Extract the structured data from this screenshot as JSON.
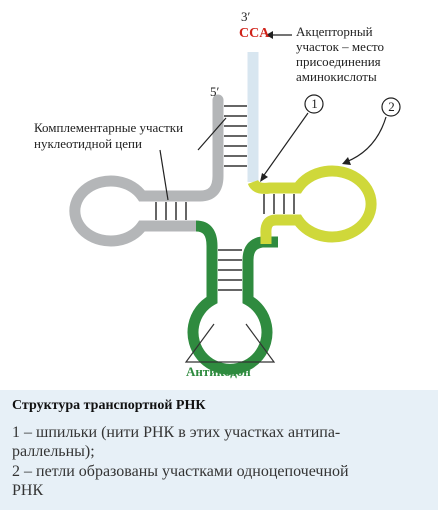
{
  "diagram": {
    "prime3": "3′",
    "prime5": "5′",
    "cca": "CCA",
    "acceptor_label": [
      "Акцепторный",
      "участок – место",
      "присоединения",
      "аминокислоты"
    ],
    "complementary_label": [
      "Комплементарные участки",
      "нуклеотидной цепи"
    ],
    "marker1": "1",
    "marker2": "2",
    "anticodon": "Антикодон",
    "colors": {
      "grey": "#b4b6b8",
      "light_blue": "#d8e6f0",
      "green": "#2f8b3f",
      "yellow": "#cfd83a",
      "red": "#d0231a"
    }
  },
  "caption": {
    "title": "Структура транспортной РНК",
    "note1_line1": "1 – шпильки (нити РНК в этих участках антипа-",
    "note1_line2": "раллельны);",
    "note2_line1": "2 – петли образованы участками одноцепочечной",
    "note2_line2": "РНК"
  }
}
